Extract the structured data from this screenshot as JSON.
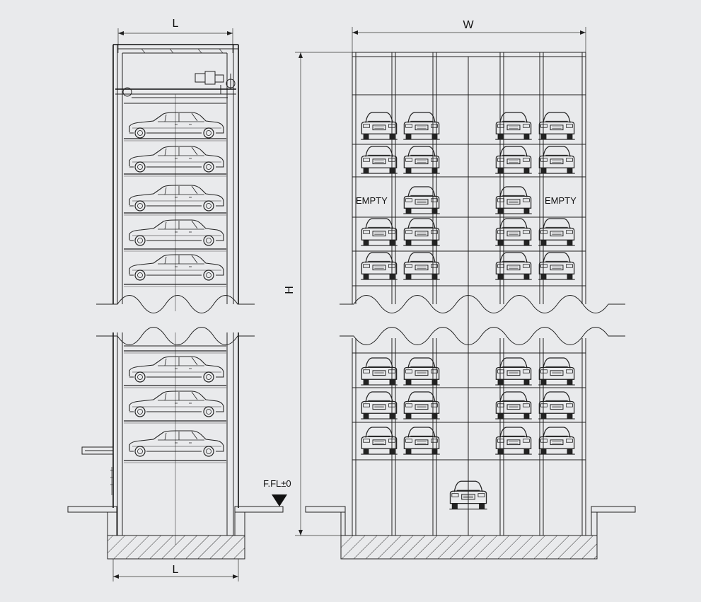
{
  "dimensions": {
    "side_top_label": "L",
    "side_bottom_label": "L",
    "front_width_label": "W",
    "height_label": "H",
    "floor_level_label": "F.FL±0"
  },
  "slot_labels": {
    "empty_left": "EMPTY",
    "empty_right": "EMPTY"
  },
  "colors": {
    "background": "#e9eaec",
    "line": "#222222"
  },
  "icons": [
    "car-side-icon",
    "car-front-icon",
    "motor-icon",
    "floor-level-triangle-icon"
  ]
}
